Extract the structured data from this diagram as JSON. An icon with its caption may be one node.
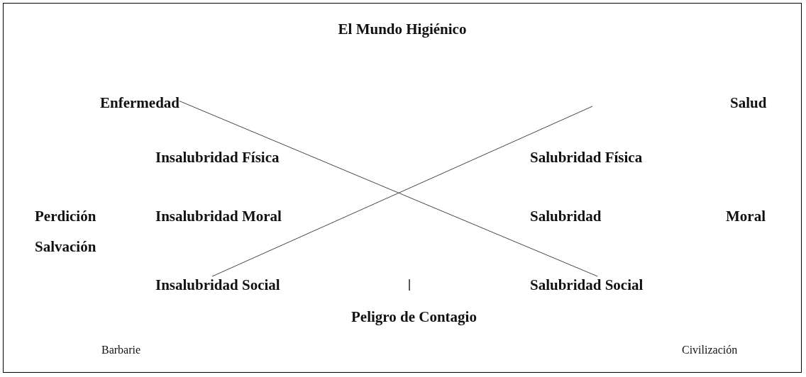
{
  "diagram": {
    "title": "El Mundo Higiénico",
    "nodes": [
      {
        "text": [
          "Enfermedad"
        ]
      },
      {
        "text": [
          "Salud"
        ]
      },
      {
        "text": [
          "Insalubridad Social"
        ]
      },
      {
        "text": [
          "Salubridad Social"
        ]
      }
    ],
    "edges": [
      {
        "from": 0,
        "to": 3,
        "arrow": "none"
      },
      {
        "from": 2,
        "to": null,
        "arrow": "none"
      }
    ],
    "labels": [
      "Insalubridad Física",
      "Salubridad Física",
      "Perdición",
      "Insalubridad Moral",
      "Salubridad",
      "Moral",
      "Salvación",
      "Peligro de Contagio",
      "Barbarie",
      "Civilización"
    ]
  }
}
